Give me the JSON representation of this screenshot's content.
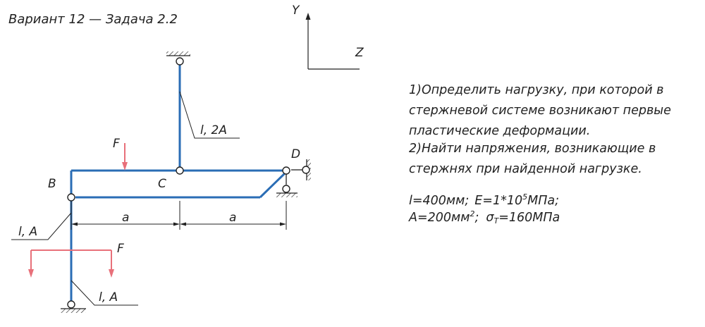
{
  "title": "Вариант 12 — Задача 2.2",
  "axes": {
    "y": "Y",
    "z": "Z"
  },
  "points": {
    "b": "B",
    "c": "C",
    "d": "D"
  },
  "force": "F",
  "dimension": "a",
  "rods": {
    "top": "l,  2A",
    "upper_left": "l,  A",
    "lower_left": "l,  A"
  },
  "task_lines": [
    "1)Определить нагрузку, при которой в",
    "стержневой системе возникают первые",
    "пластические деформации.",
    "2)Найти напряжения, возникающие в",
    "стержнях при найденной нагрузке."
  ],
  "params": {
    "l_text": "l=400мм;",
    "e_text": "E=1*10",
    "e_exp": "5",
    "e_unit": "МПа;",
    "a_text": "A=200мм",
    "a_exp": "2",
    "a_sep": ";",
    "sigma_sym": "σ",
    "sigma_sub": "T",
    "sigma_val": "=160МПа"
  },
  "colors": {
    "structure": "#2a6db5",
    "force": "#e8707a",
    "ink": "#222222"
  }
}
